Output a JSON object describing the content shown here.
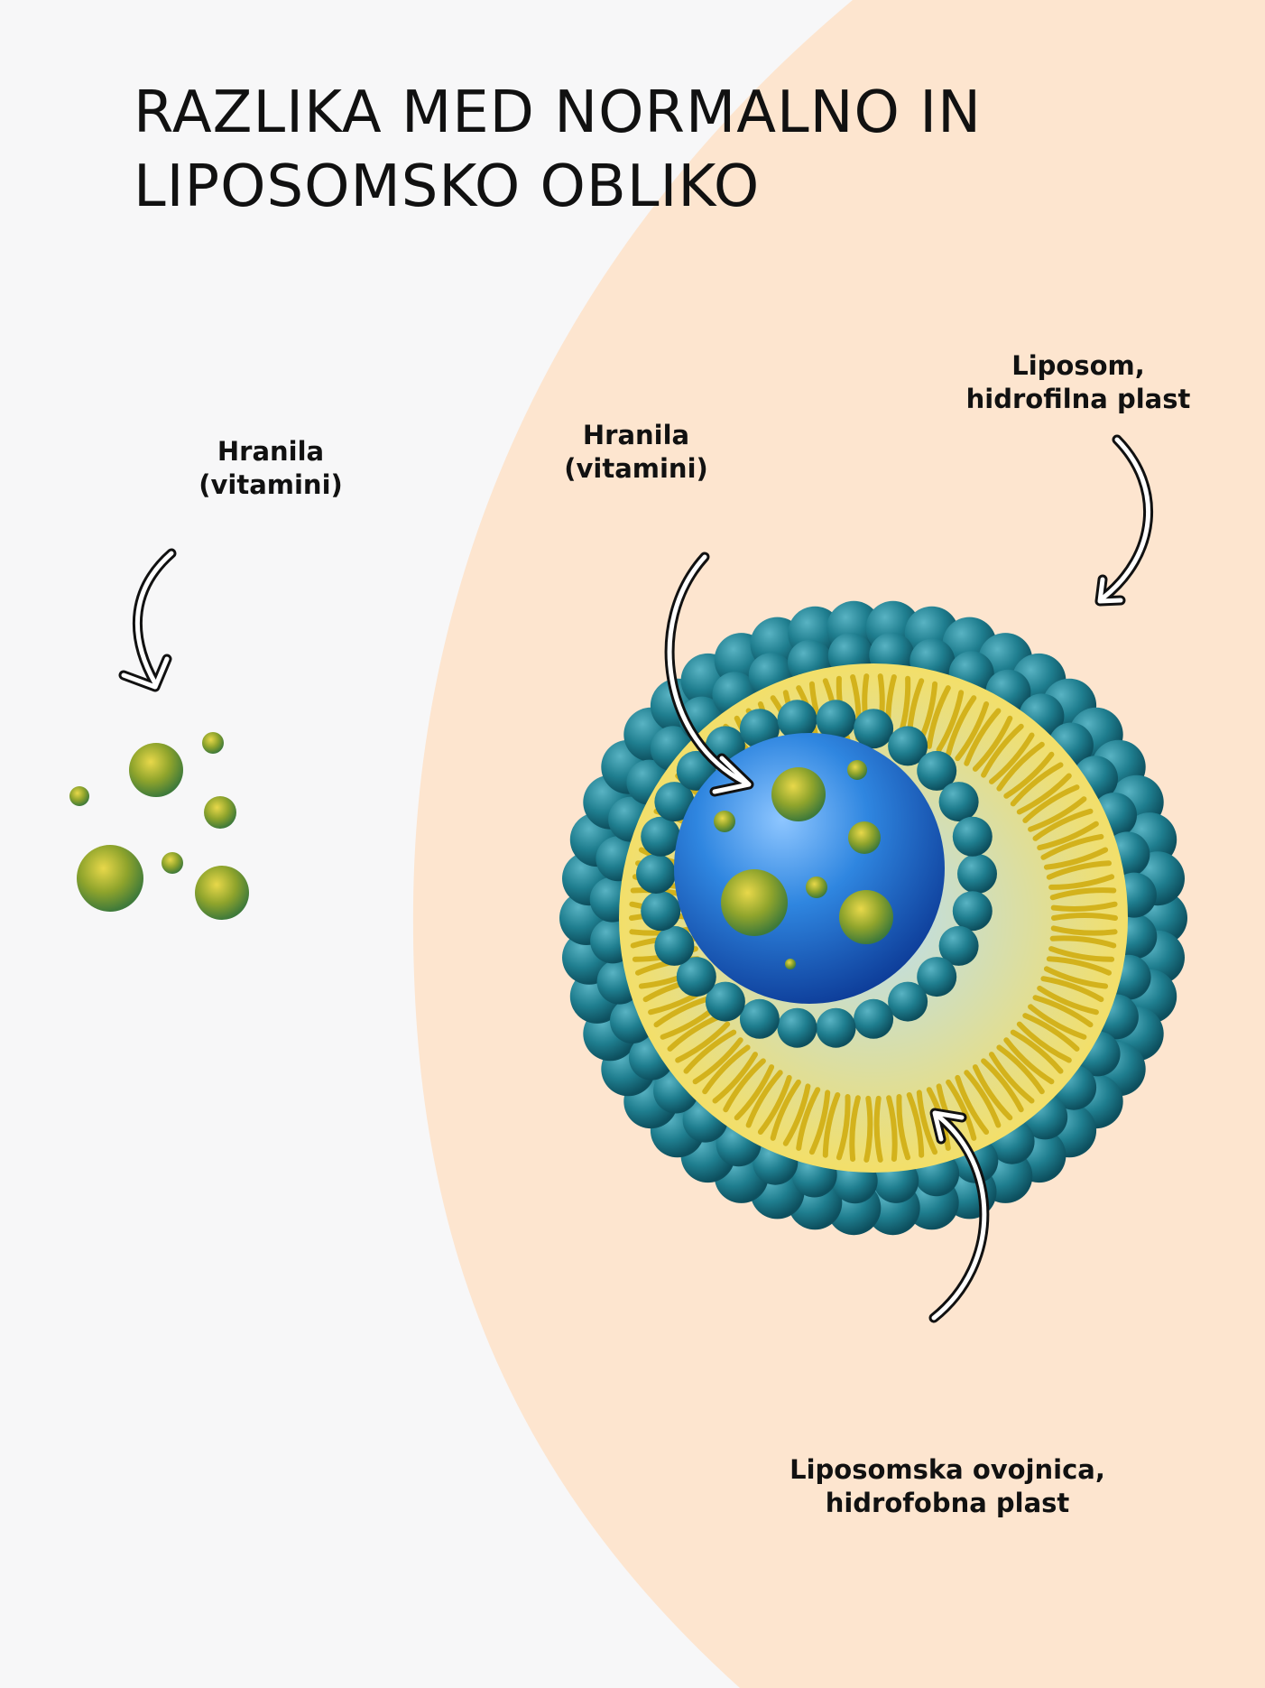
{
  "title": {
    "line1": "RAZLIKA MED NORMALNO IN",
    "line2": "LIPOSOMSKO OBLIKO"
  },
  "labels": {
    "nutrients_left": {
      "line1": "Hranila",
      "line2": "(vitamini)"
    },
    "nutrients_inner": {
      "line1": "Hranila",
      "line2": "(vitamini)"
    },
    "liposome": {
      "line1": "Liposom,",
      "line2": "hidrofilna plast"
    },
    "envelope": {
      "line1": "Liposomska ovojnica,",
      "line2": "hidrofobna plast"
    }
  },
  "colors": {
    "background": "#f7f7f8",
    "peach": "#fde5cf",
    "head_teal": "#1f7e8f",
    "tail_yellow": "#d9b820",
    "core_blue": "#2a78d0",
    "nutrient_green": "#8fa42c"
  },
  "icons": [
    "curved-arrow-icon",
    "nutrient-particle-icon",
    "liposome-illustration"
  ]
}
